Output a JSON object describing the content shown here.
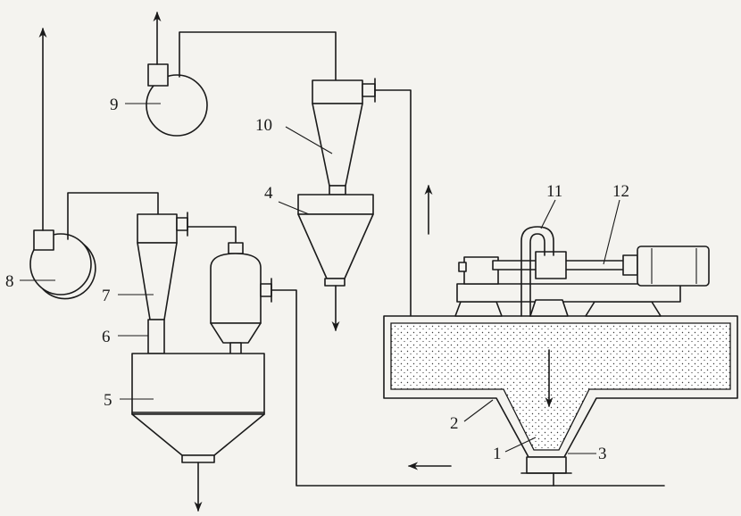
{
  "labels": {
    "l1": "1",
    "l2": "2",
    "l3": "3",
    "l4": "4",
    "l5": "5",
    "l6": "6",
    "l7": "7",
    "l8": "8",
    "l9": "9",
    "l10": "10",
    "l11": "11",
    "l12": "12"
  },
  "colors": {
    "ink": "#1a1a1a",
    "paper": "#f4f3ef",
    "bed": "#ffffff"
  }
}
